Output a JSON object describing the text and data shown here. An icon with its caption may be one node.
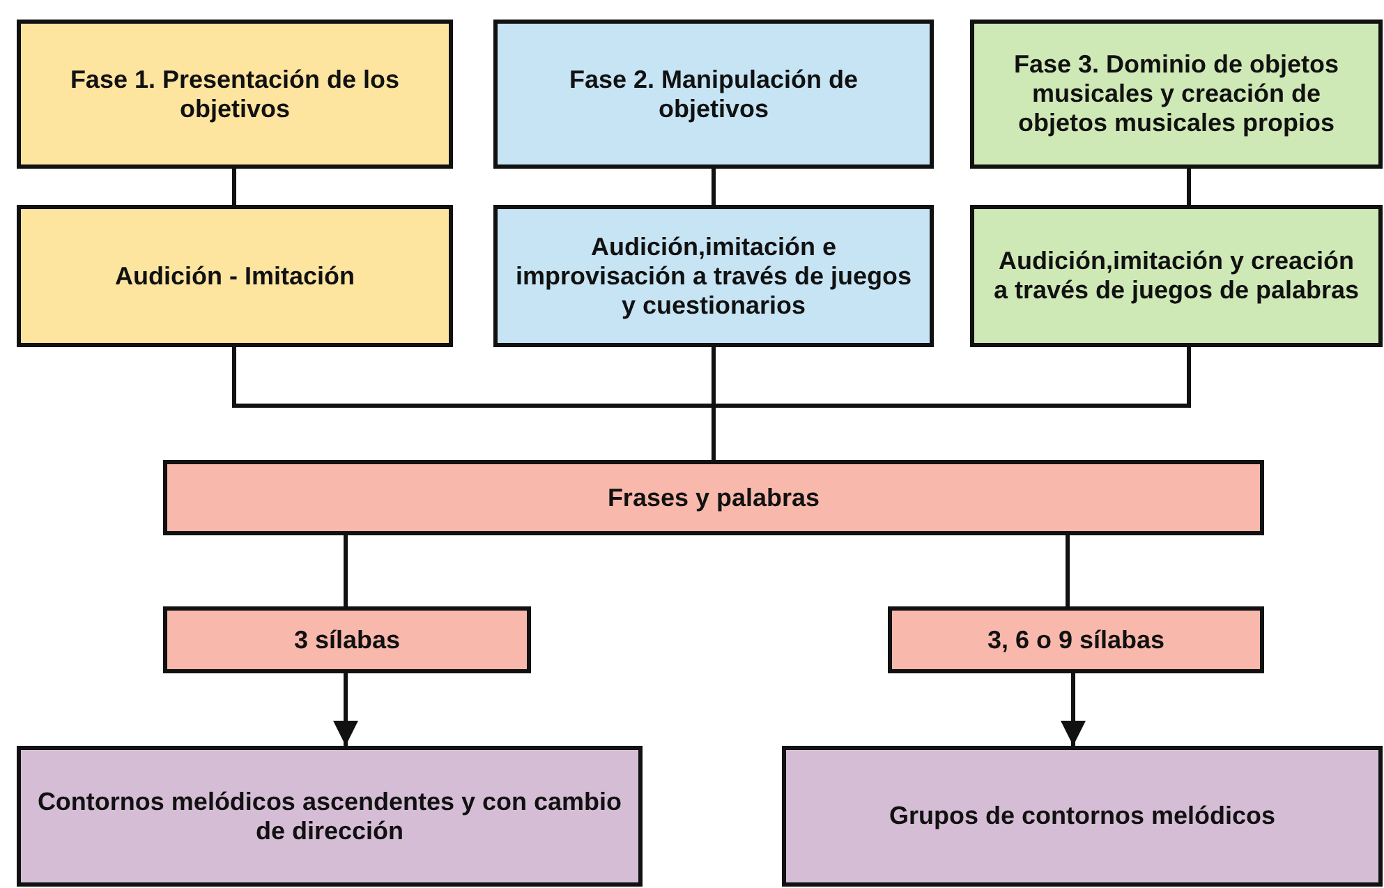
{
  "diagram": {
    "nodes": [
      {
        "text": [
          "Fase 1. Presentación de los objetivos"
        ]
      },
      {
        "text": [
          "Fase 2. Manipulación de objetivos"
        ]
      },
      {
        "text": [
          "Fase 3. Dominio de objetos musicales y creación de objetos musicales propios"
        ]
      },
      {
        "text": [
          "Audición - Imitación"
        ]
      },
      {
        "text": [
          "Audición,imitación e improvisación a través de juegos y cuestionarios"
        ]
      },
      {
        "text": [
          "Audición,imitación y creación a través de juegos de palabras"
        ]
      },
      {
        "text": [
          "Frases y palabras"
        ]
      },
      {
        "text": [
          "3 sílabas"
        ]
      },
      {
        "text": [
          "3, 6 o 9 sílabas"
        ]
      },
      {
        "text": [
          "Contornos melódicos ascendentes y con cambio de dirección"
        ]
      },
      {
        "text": [
          "Grupos de contornos melódicos"
        ]
      }
    ],
    "edges": [
      {
        "from": 0,
        "to": 3,
        "arrow": "none"
      },
      {
        "from": 1,
        "to": 4,
        "arrow": "none"
      },
      {
        "from": 2,
        "to": 5,
        "arrow": "none"
      },
      {
        "from": 3,
        "to": 6,
        "arrow": "none"
      },
      {
        "from": 4,
        "to": 6,
        "arrow": "none"
      },
      {
        "from": 5,
        "to": 6,
        "arrow": "none"
      },
      {
        "from": 6,
        "to": 7,
        "arrow": "none"
      },
      {
        "from": 6,
        "to": 8,
        "arrow": "none"
      },
      {
        "from": 7,
        "to": 9,
        "arrow": "to"
      },
      {
        "from": 8,
        "to": 10,
        "arrow": "to"
      }
    ]
  }
}
